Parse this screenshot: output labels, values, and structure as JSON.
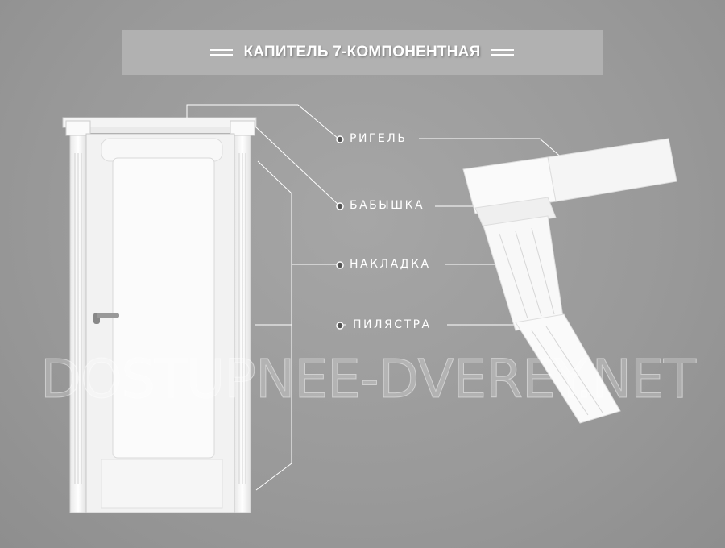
{
  "title": "КАПИТЕЛЬ 7-КОМПОНЕНТНАЯ",
  "labels": {
    "rigel": "РИГЕЛЬ",
    "babyshka": "БАБЫШКА",
    "nakladka": "НАКЛАДКА",
    "pilyastra": "ПИЛЯСТРА"
  },
  "watermark": "DOSTUPNEE-DVEREY.NET",
  "colors": {
    "background": "#9a9a9a",
    "banner": "#b1b1b1",
    "text": "#ffffff"
  }
}
